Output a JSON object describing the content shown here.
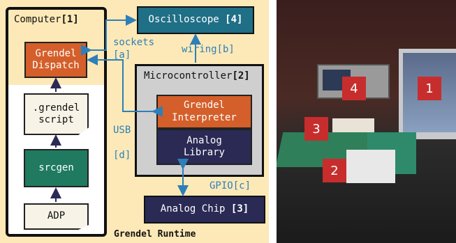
{
  "computer": {
    "title": "Computer",
    "ref": "[1]"
  },
  "dispatch": "Grendel\nDispatch",
  "script_doc": ".grendel\nscript",
  "srcgen": "srcgen",
  "adp": "ADP",
  "oscilloscope": {
    "label": "Oscilloscope",
    "ref": "[4]"
  },
  "microcontroller": {
    "title": "Microcontroller",
    "ref": "[2]"
  },
  "interpreter": "Grendel\nInterpreter",
  "analog_library": "Analog\nLibrary",
  "analog_chip": {
    "label": "Analog Chip",
    "ref": "[3]"
  },
  "labels": {
    "sockets": "sockets\n[a]",
    "wiring": "wiring[b]",
    "usb": "USB\n\n[d]",
    "gpio": "GPIO[c]"
  },
  "runtime": "Grendel Runtime",
  "photo_badges": [
    "4",
    "1",
    "3",
    "2"
  ],
  "colors": {
    "orange": "#d45f2a",
    "teal": "#1f6f86",
    "green": "#1f7a60",
    "navy": "#2a2a55",
    "arrow": "#2e7fb8",
    "badge": "#c72d2d"
  }
}
